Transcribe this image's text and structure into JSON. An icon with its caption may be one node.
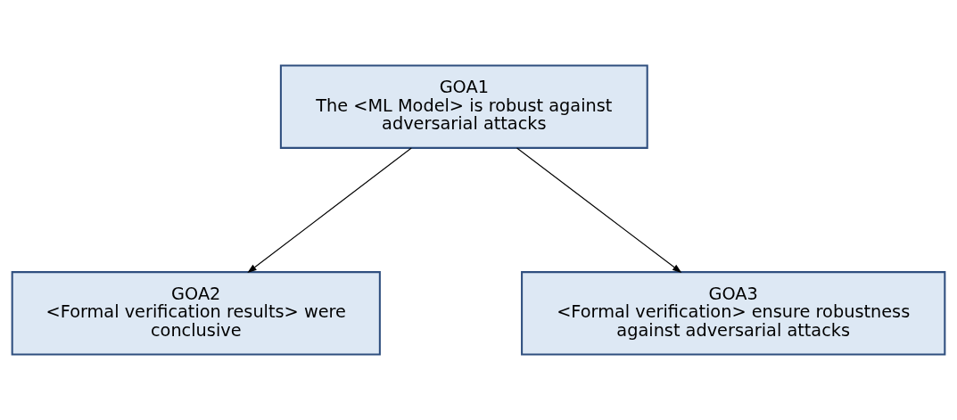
{
  "diagram": {
    "nodes": [
      {
        "text": [
          "GOA1",
          "The <ML Model> is robust against adversarial attacks"
        ]
      },
      {
        "text": [
          "GOA2",
          "<Formal verification results> were conclusive"
        ]
      },
      {
        "text": [
          "GOA3",
          "<Formal verification> ensure robustness against adversarial attacks"
        ]
      }
    ],
    "edges": [
      {
        "from": 0,
        "to": 1,
        "arrow": "to"
      },
      {
        "from": 0,
        "to": 2,
        "arrow": "to"
      }
    ]
  }
}
